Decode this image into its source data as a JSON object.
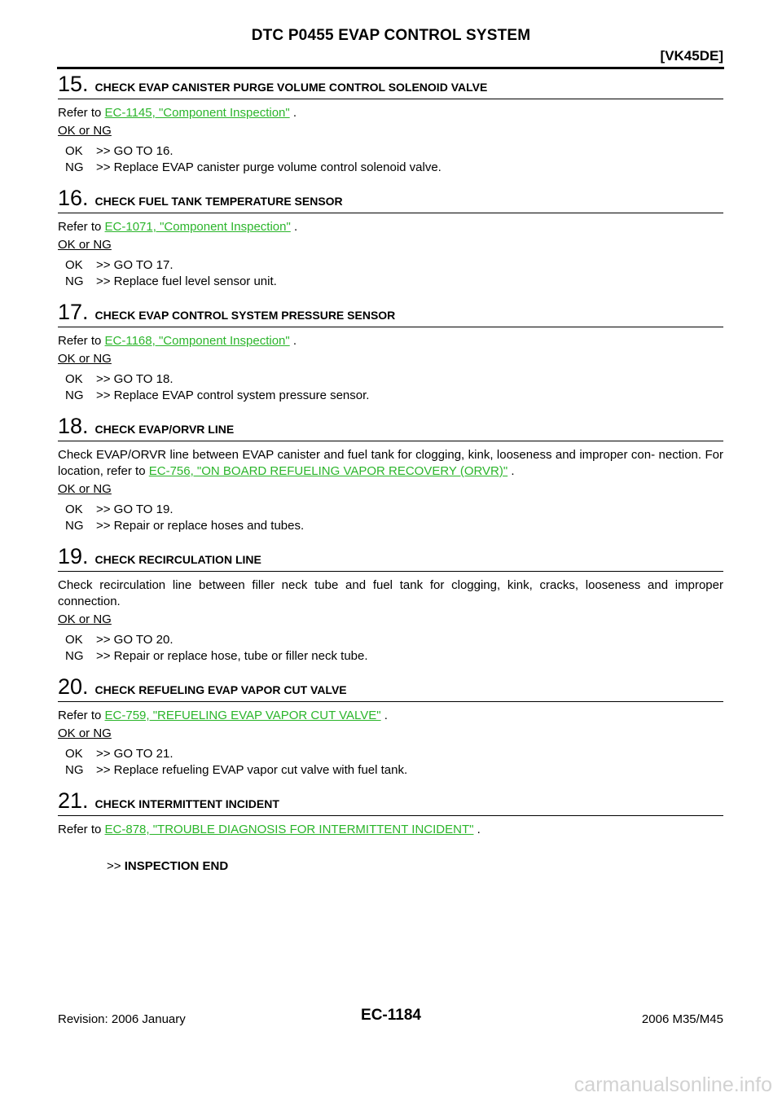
{
  "header": {
    "title": "DTC P0455 EVAP CONTROL SYSTEM",
    "code": "[VK45DE]"
  },
  "steps": [
    {
      "number": "15.",
      "title": "CHECK EVAP CANISTER PURGE VOLUME CONTROL SOLENOID VALVE",
      "refer_prefix": "Refer to ",
      "link": "EC-1145, \"Component Inspection\"",
      "refer_suffix": " .",
      "okng": "OK or NG",
      "results": [
        {
          "code": "OK",
          "text": ">> GO TO 16."
        },
        {
          "code": "NG",
          "text": ">> Replace EVAP canister purge volume control solenoid valve."
        }
      ]
    },
    {
      "number": "16.",
      "title": "CHECK FUEL TANK TEMPERATURE SENSOR",
      "refer_prefix": "Refer to ",
      "link": "EC-1071, \"Component Inspection\"",
      "refer_suffix": " .",
      "okng": "OK or NG",
      "results": [
        {
          "code": "OK",
          "text": ">> GO TO 17."
        },
        {
          "code": "NG",
          "text": ">> Replace fuel level sensor unit."
        }
      ]
    },
    {
      "number": "17.",
      "title": "CHECK EVAP CONTROL SYSTEM PRESSURE SENSOR",
      "refer_prefix": "Refer to ",
      "link": "EC-1168, \"Component Inspection\"",
      "refer_suffix": " .",
      "okng": "OK or NG",
      "results": [
        {
          "code": "OK",
          "text": ">> GO TO 18."
        },
        {
          "code": "NG",
          "text": ">> Replace EVAP control system pressure sensor."
        }
      ]
    },
    {
      "number": "18.",
      "title": "CHECK EVAP/ORVR LINE",
      "refer_prefix": "Check EVAP/ORVR line between EVAP canister and fuel tank for clogging, kink, looseness and improper con- nection. For location, refer to ",
      "link": "EC-756, \"ON BOARD REFUELING VAPOR RECOVERY (ORVR)\"",
      "refer_suffix": " .",
      "okng": "OK or NG",
      "results": [
        {
          "code": "OK",
          "text": ">> GO TO 19."
        },
        {
          "code": "NG",
          "text": ">> Repair or replace hoses and tubes."
        }
      ]
    },
    {
      "number": "19.",
      "title": "CHECK RECIRCULATION LINE",
      "refer_prefix": "Check recirculation line between filler neck tube and fuel tank for clogging, kink, cracks, looseness and improper connection.",
      "link": "",
      "refer_suffix": "",
      "okng": "OK or NG",
      "results": [
        {
          "code": "OK",
          "text": ">> GO TO 20."
        },
        {
          "code": "NG",
          "text": ">> Repair or replace hose, tube or filler neck tube."
        }
      ]
    },
    {
      "number": "20.",
      "title": "CHECK REFUELING EVAP VAPOR CUT VALVE",
      "refer_prefix": "Refer to ",
      "link": "EC-759, \"REFUELING EVAP VAPOR CUT VALVE\"",
      "refer_suffix": " .",
      "okng": "OK or NG",
      "results": [
        {
          "code": "OK",
          "text": ">> GO TO 21."
        },
        {
          "code": "NG",
          "text": ">> Replace refueling EVAP vapor cut valve with fuel tank."
        }
      ]
    },
    {
      "number": "21.",
      "title": "CHECK INTERMITTENT INCIDENT",
      "refer_prefix": "Refer to ",
      "link": "EC-878, \"TROUBLE DIAGNOSIS FOR INTERMITTENT INCIDENT\"",
      "refer_suffix": " .",
      "okng": "",
      "results": []
    }
  ],
  "end": {
    "arrow": ">> ",
    "label": "INSPECTION END"
  },
  "footer": {
    "revision": "Revision: 2006 January",
    "page": "EC-1184",
    "model": "2006 M35/M45"
  },
  "watermark": "carmanualsonline.info",
  "colors": {
    "link": "#2bb52b",
    "watermark": "#d2d2d2"
  }
}
